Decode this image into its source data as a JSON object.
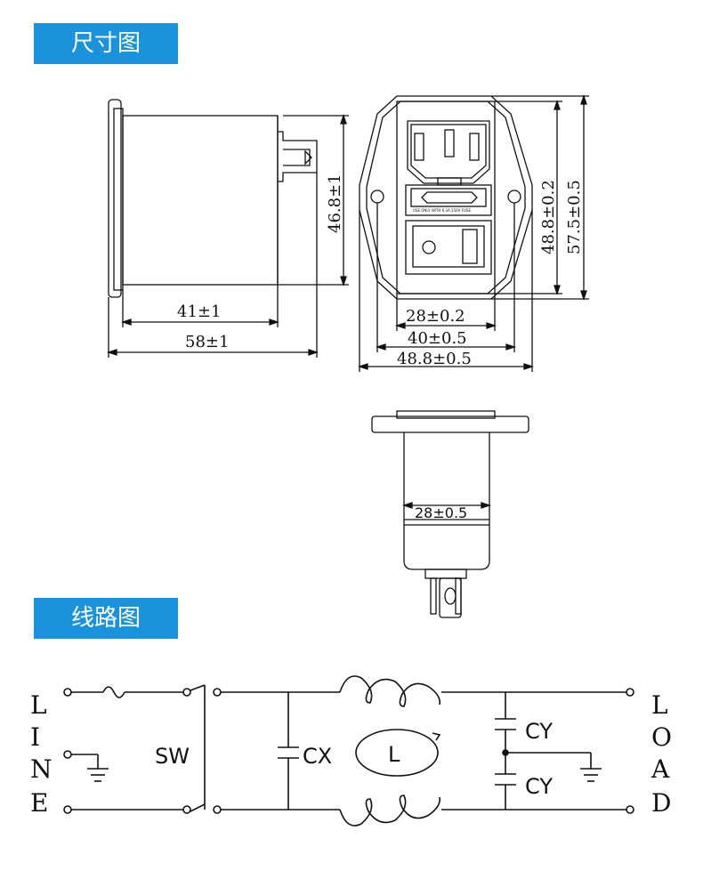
{
  "sections": {
    "dimension_title": "尺寸图",
    "circuit_title": "线路图"
  },
  "dimensions": {
    "side_depth": "41±1",
    "side_total": "58±1",
    "side_height": "46.8±1",
    "front_inner_width": "28±0.2",
    "front_mid_width": "40±0.5",
    "front_outer_width": "48.8±0.5",
    "front_inner_height": "48.8±0.2",
    "front_outer_height": "57.5±0.5",
    "bottom_width": "28±0.5",
    "fuse_label": "USE ONLY WITH 6.3A 250V FUSE"
  },
  "circuit": {
    "line_letters": [
      "L",
      "I",
      "N",
      "E"
    ],
    "load_letters": [
      "L",
      "O",
      "A",
      "D"
    ],
    "switch_label": "SW",
    "cx_label": "CX",
    "inductor_label": "L",
    "cy_top_label": "CY",
    "cy_bottom_label": "CY"
  }
}
